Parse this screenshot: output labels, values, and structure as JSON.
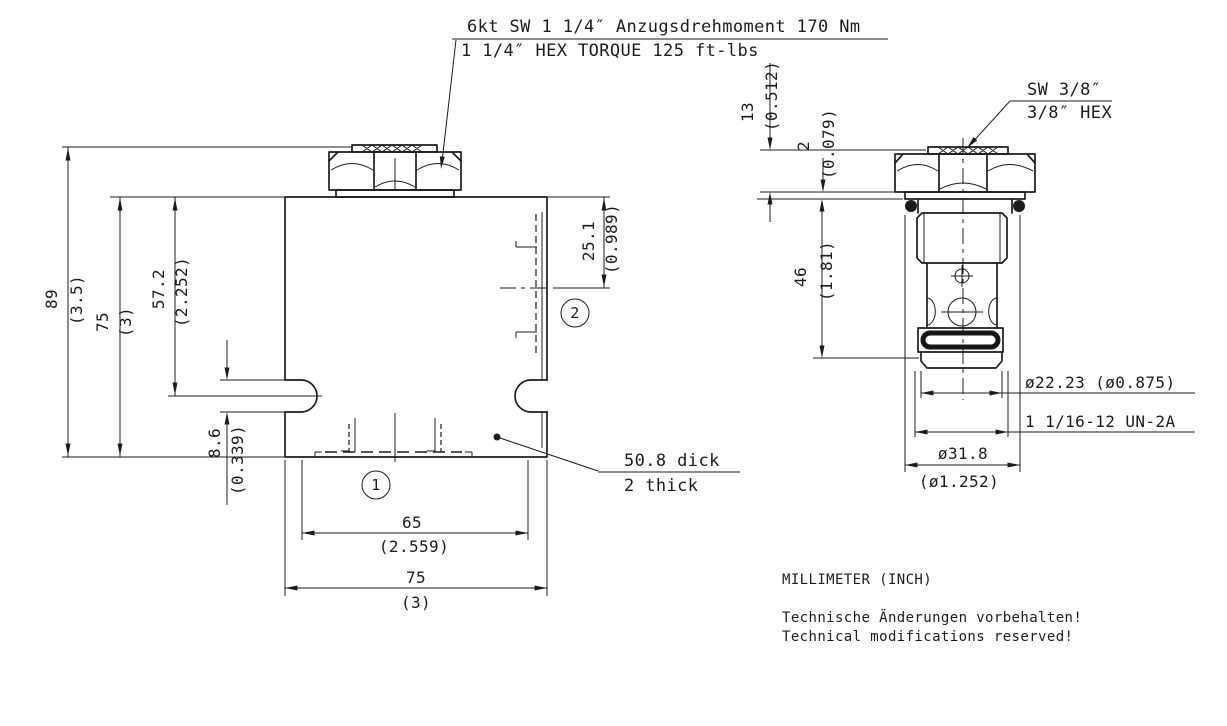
{
  "drawing": {
    "notes": {
      "top_de": "6kt SW 1 1/4″ Anzugsdrehmoment 170 Nm",
      "top_en": "1 1/4″ HEX TORQUE 125 ft-lbs",
      "sw_de": "SW 3/8″",
      "sw_en": "3/8″ HEX",
      "thick_de": "50.8 dick",
      "thick_en": "2 thick",
      "units": "MILLIMETER (INCH)",
      "disclaimer_de": "Technische Änderungen vorbehalten!",
      "disclaimer_en": "Technical modifications reserved!"
    },
    "dims": {
      "total_height": {
        "mm": "89",
        "in": "(3.5)"
      },
      "block_height": {
        "mm": "75",
        "in": "(3)"
      },
      "slot_center": {
        "mm": "57.2",
        "in": "(2.252)"
      },
      "slot_width": {
        "mm": "8.6",
        "in": "(0.339)"
      },
      "port2_depth": {
        "mm": "25.1",
        "in": "(0.989)"
      },
      "inner_width": {
        "mm": "65",
        "in": "(2.559)"
      },
      "outer_width": {
        "mm": "75",
        "in": "(3)"
      },
      "nut_height": {
        "mm": "13",
        "in": "(0.512)"
      },
      "washer_thk": {
        "mm": "2",
        "in": "(0.079)"
      },
      "cartridge_len": {
        "mm": "46",
        "in": "(1.81)"
      },
      "nose_dia": "ø22.23 (ø0.875)",
      "thread": "1 1/16-12 UN-2A",
      "hex_dia": {
        "mm": "ø31.8",
        "in": "(ø1.252)"
      }
    },
    "balloons": {
      "p1": "1",
      "p2": "2"
    },
    "colors": {
      "line": "#1c1c1c",
      "background": "#ffffff"
    }
  }
}
